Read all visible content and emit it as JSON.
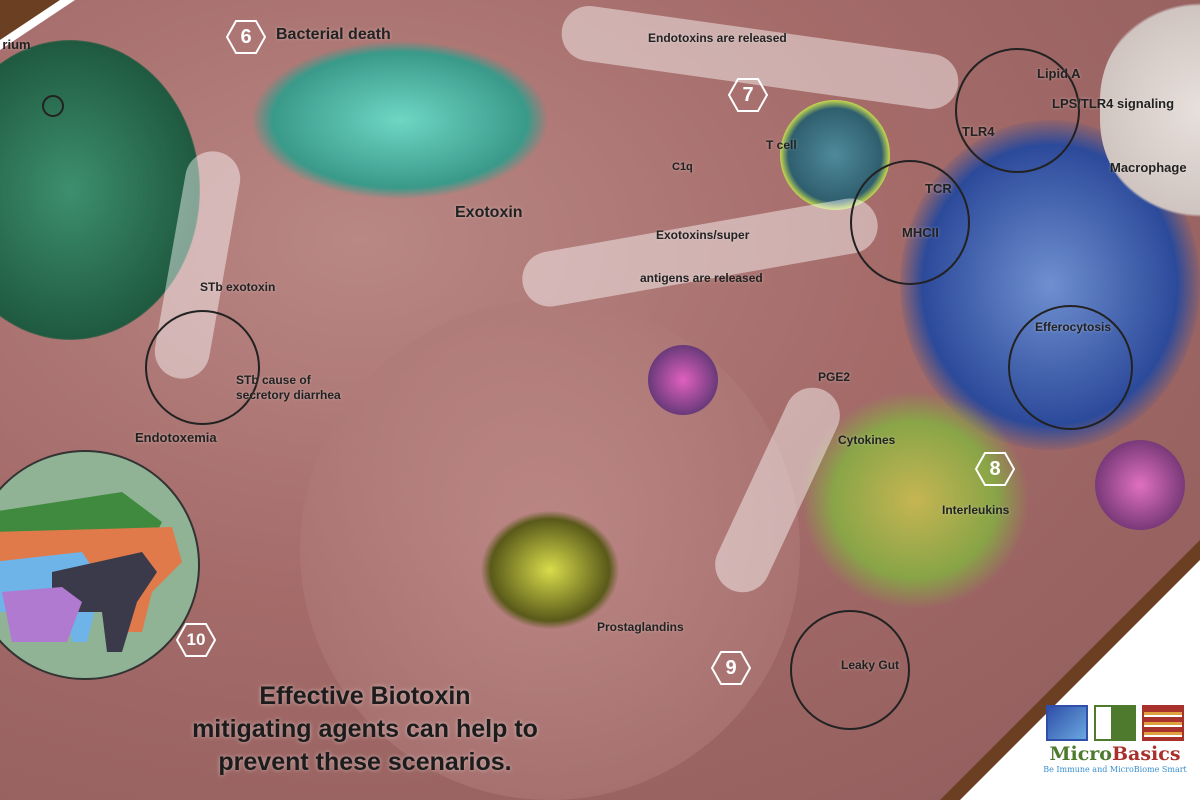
{
  "labels": {
    "bacterium": "Bacterium",
    "bacterial_death": "Bacterial death",
    "endotoxins_released": "Endotoxins are released",
    "t_cell": "T cell",
    "c1q": "C1q",
    "lipid_a": "Lipid A",
    "lps_tlr4": "LPS/TLR4 signaling",
    "tlr4": "TLR4",
    "macrophage": "Macrophage",
    "tcr": "TCR",
    "mhcii": "MHCII",
    "exotoxin": "Exotoxin",
    "exotoxins_line1": "Exotoxins/super",
    "exotoxins_line2": "antigens are released",
    "stb_exotoxin": "STb exotoxin",
    "stb_cause_line1": "STb cause of",
    "stb_cause_line2": "secretory diarrhea",
    "endotoxemia": "Endotoxemia",
    "pge2": "PGE2",
    "efferocytosis": "Efferocytosis",
    "cytokines": "Cytokines",
    "interleukins": "Interleukins",
    "prostaglandins": "Prostaglandins",
    "leaky_gut": "Leaky Gut"
  },
  "steps": {
    "s6": "6",
    "s7": "7",
    "s8": "8",
    "s9": "9",
    "s10": "10"
  },
  "headline": {
    "line1": "Effective Biotoxin",
    "line2": "mitigating agents can help to",
    "line3": "prevent these scenarios."
  },
  "logo": {
    "name_part1": "Micro",
    "name_part2": "Basics",
    "tagline": "Be Immune and MicroBiome Smart"
  },
  "colors": {
    "stripe": "#6b3f22",
    "logo_green": "#4e7a2e",
    "logo_red": "#a8312b",
    "logo_blue": "#2f4fa8"
  }
}
